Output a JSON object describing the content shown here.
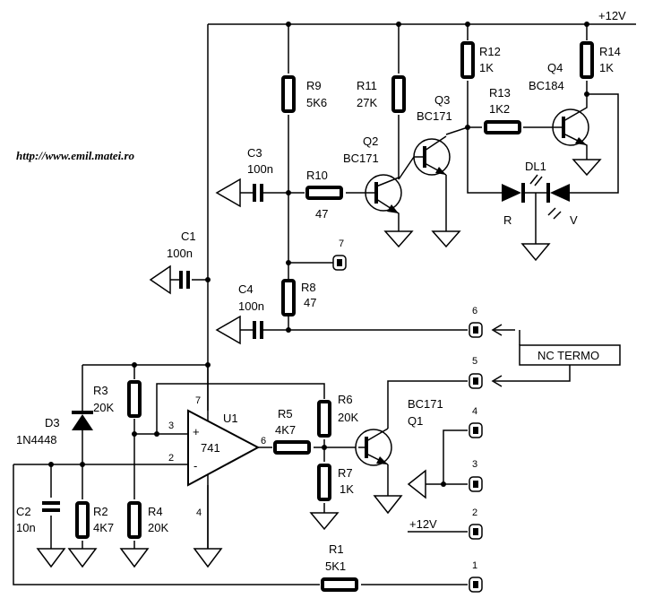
{
  "supply": {
    "top": "+12V",
    "pin7_label": "+12V"
  },
  "url": "http://www.emil.matei.ro",
  "resistors": {
    "R1": {
      "ref": "R1",
      "value": "5K1"
    },
    "R2": {
      "ref": "R2",
      "value": "4K7"
    },
    "R3": {
      "ref": "R3",
      "value": "20K"
    },
    "R4": {
      "ref": "R4",
      "value": "20K"
    },
    "R5": {
      "ref": "R5",
      "value": "4K7"
    },
    "R6": {
      "ref": "R6",
      "value": "20K"
    },
    "R7": {
      "ref": "R7",
      "value": "1K"
    },
    "R8": {
      "ref": "R8",
      "value": "47"
    },
    "R9": {
      "ref": "R9",
      "value": "5K6"
    },
    "R10": {
      "ref": "R10",
      "value": "47"
    },
    "R11": {
      "ref": "R11",
      "value": "27K"
    },
    "R12": {
      "ref": "R12",
      "value": "1K"
    },
    "R13": {
      "ref": "R13",
      "value": "1K2"
    },
    "R14": {
      "ref": "R14",
      "value": "1K"
    }
  },
  "capacitors": {
    "C1": {
      "ref": "C1",
      "value": "100n"
    },
    "C2": {
      "ref": "C2",
      "value": "10n"
    },
    "C3": {
      "ref": "C3",
      "value": "100n"
    },
    "C4": {
      "ref": "C4",
      "value": "100n"
    }
  },
  "transistors": {
    "Q1": {
      "ref": "Q1",
      "type": "BC171"
    },
    "Q2": {
      "ref": "Q2",
      "type": "BC171"
    },
    "Q3": {
      "ref": "Q3",
      "type": "BC171"
    },
    "Q4": {
      "ref": "Q4",
      "type": "BC184"
    }
  },
  "diode": {
    "ref": "D3",
    "type": "1N4448"
  },
  "led": {
    "ref": "DL1",
    "red": "R",
    "green": "V"
  },
  "opamp": {
    "ref": "U1",
    "type": "741",
    "plus": "+",
    "minus": "-",
    "pin2": "2",
    "pin3": "3",
    "pin4": "4",
    "pin6": "6",
    "pin7": "7",
    "out_pin": "6"
  },
  "connectors": [
    "1",
    "2",
    "3",
    "4",
    "5",
    "6",
    "7"
  ],
  "sensor": "NC TERMO"
}
